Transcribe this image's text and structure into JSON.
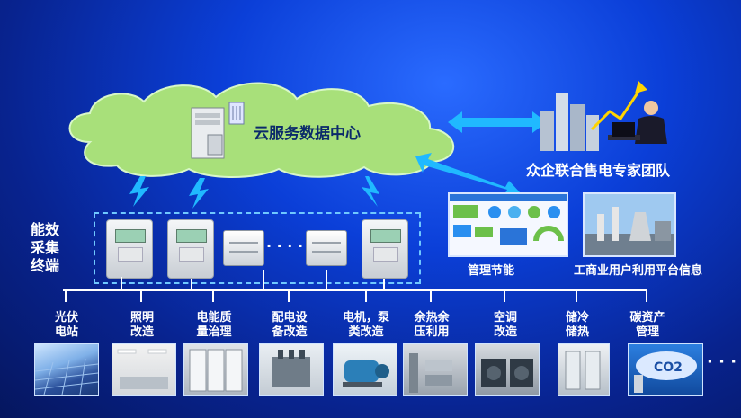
{
  "cloud": {
    "title": "云服务数据中心"
  },
  "team": {
    "label": "众企联合售电专家团队"
  },
  "terminal": {
    "label_lines": [
      "能效",
      "采集",
      "终端"
    ]
  },
  "platform": {
    "left_label": "管理节能",
    "right_label": "工商业用户利用平台信息"
  },
  "ellipsis": "· · · ·",
  "thumb_ellipsis": "· · ·",
  "categories": [
    {
      "lines": [
        "光伏",
        "电站"
      ]
    },
    {
      "lines": [
        "照明",
        "改造"
      ]
    },
    {
      "lines": [
        "电能质",
        "量治理"
      ]
    },
    {
      "lines": [
        "配电设",
        "备改造"
      ]
    },
    {
      "lines": [
        "电机，泵",
        "类改造"
      ]
    },
    {
      "lines": [
        "余热余",
        "压利用"
      ]
    },
    {
      "lines": [
        "空调",
        "改造"
      ]
    },
    {
      "lines": [
        "储冷",
        "储热"
      ]
    },
    {
      "lines": [
        "碳资产",
        "管理"
      ]
    }
  ],
  "co2_text": "CO2",
  "colors": {
    "accent_arrow": "#20b9ff",
    "trend_arrow": "#ffd400",
    "cloud": "#a8e07a"
  },
  "icons": [
    "server-icon",
    "lightning-icon",
    "city-buildings-icon",
    "analyst-icon",
    "double-arrow-icon"
  ]
}
